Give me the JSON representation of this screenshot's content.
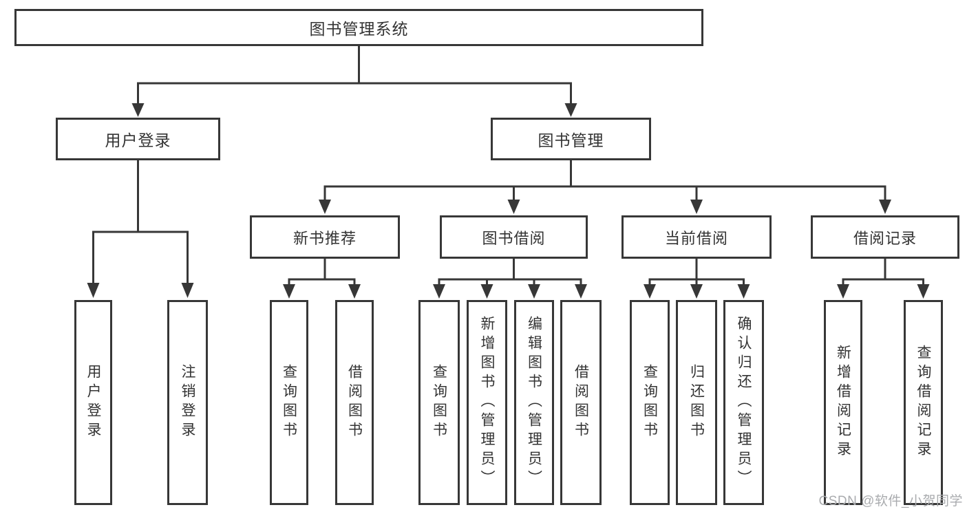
{
  "diagram": {
    "title": "图书管理系统",
    "level2": [
      {
        "label": "用户登录"
      },
      {
        "label": "图书管理"
      }
    ],
    "level3": [
      {
        "label": "新书推荐"
      },
      {
        "label": "图书借阅"
      },
      {
        "label": "当前借阅"
      },
      {
        "label": "借阅记录"
      }
    ],
    "leaves": [
      {
        "label": "用户登录"
      },
      {
        "label": "注销登录"
      },
      {
        "label": "查询图书"
      },
      {
        "label": "借阅图书"
      },
      {
        "label": "查询图书"
      },
      {
        "label": "新增图书（管理员）"
      },
      {
        "label": "编辑图书（管理员）"
      },
      {
        "label": "借阅图书"
      },
      {
        "label": "查询图书"
      },
      {
        "label": "归还图书"
      },
      {
        "label": "确认归还（管理员）"
      },
      {
        "label": "新增借阅记录"
      },
      {
        "label": "查询借阅记录"
      }
    ],
    "watermark": "CSDN @软件_小贺同学",
    "colors": {
      "line": "#373737",
      "text": "#333333",
      "background": "#ffffff",
      "watermark": "#a9abae"
    }
  }
}
